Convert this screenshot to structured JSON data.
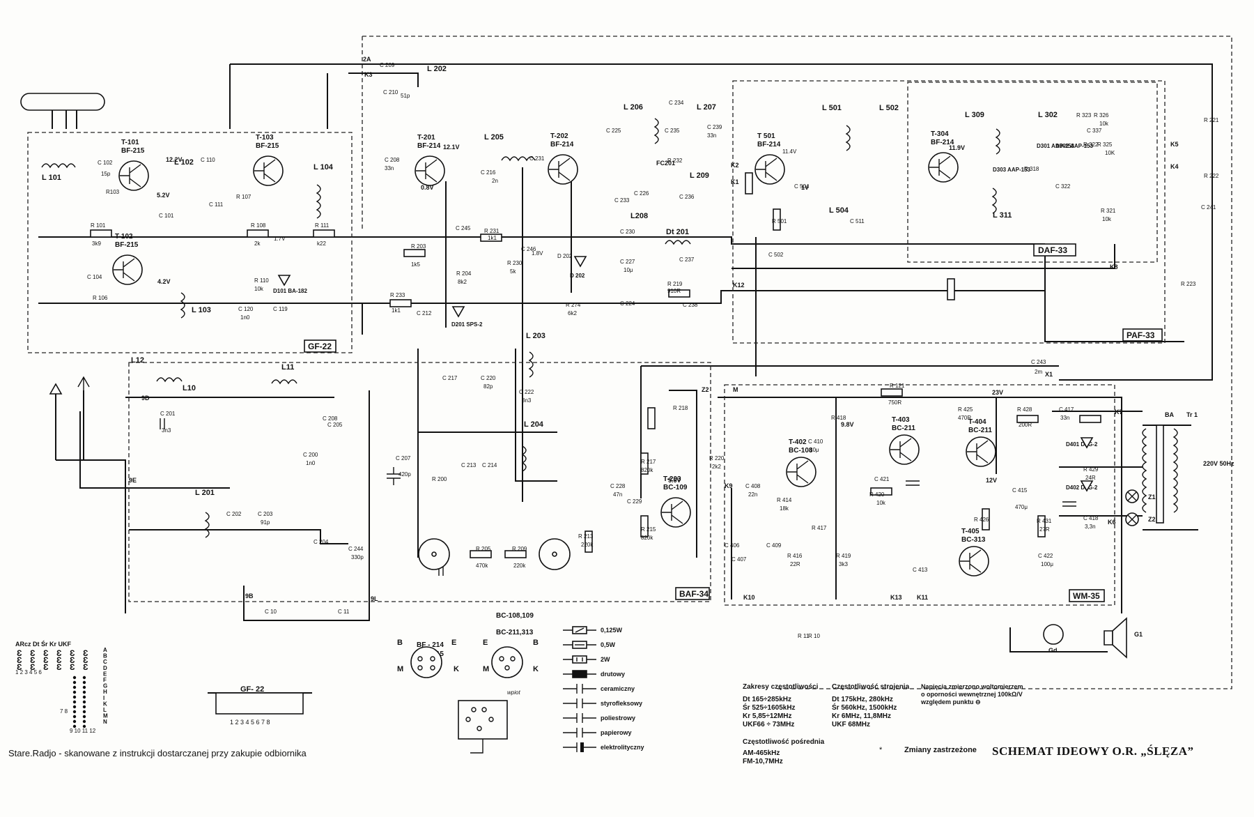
{
  "caption": "Stare.Radjo - skanowane z instrukcji dostarczanej przy zakupie odbiornika",
  "title": "SCHEMAT IDEOWY O.R. „ŚLĘZA”",
  "changes_note": "Zmiany zastrzeżone",
  "blocks": [
    {
      "id": "gf",
      "label": "GF-22"
    },
    {
      "id": "daf",
      "label": "DAF-33"
    },
    {
      "id": "paf",
      "label": "PAF-33"
    },
    {
      "id": "baf",
      "label": "BAF-34"
    },
    {
      "id": "wm",
      "label": "WM-35"
    }
  ],
  "transistors": [
    {
      "ref": "T-101",
      "type": "BF-215"
    },
    {
      "ref": "T-103",
      "type": "BF-215"
    },
    {
      "ref": "T-102",
      "type": "BF-215"
    },
    {
      "ref": "T-201",
      "type": "BF-214"
    },
    {
      "ref": "T-202",
      "type": "BF-214"
    },
    {
      "ref": "T 501",
      "type": "BF-214"
    },
    {
      "ref": "T-304",
      "type": "BF-214"
    },
    {
      "ref": "T-203",
      "type": "BC-109"
    },
    {
      "ref": "T-402",
      "type": "BC-108"
    },
    {
      "ref": "T-403",
      "type": "BC-211"
    },
    {
      "ref": "T-404",
      "type": "BC-211"
    },
    {
      "ref": "T-405",
      "type": "BC-313"
    }
  ],
  "coils": [
    "L 101",
    "L 102",
    "L 103",
    "L 104",
    "L 201",
    "L 202",
    "L 203",
    "L 204",
    "L 205",
    "L 206",
    "L 207",
    "L208",
    "L 209",
    "L 302",
    "L 309",
    "L 311",
    "L 501",
    "L 502",
    "L 504",
    "L12",
    "L10",
    "L11",
    "Dt 201"
  ],
  "diodes": [
    "D101 BA-182",
    "D201 SPS-2",
    "D 202",
    "D301 AAP-153",
    "D302 AAP-153",
    "D303 AAP-153",
    "D401 DZG-2",
    "D402 DZG-2"
  ],
  "misc_labels": [
    "FC201",
    "Tr 1",
    "BA",
    "Z1",
    "Z2",
    "G1",
    "Gd",
    "220V 50Hz",
    "12.2V",
    "5.2V",
    "4.2V",
    "12.1V",
    "11.9V",
    "23V",
    "12V",
    "0.8V",
    "1V",
    "5.6V",
    "9.8V"
  ],
  "connector_labels": [
    "2A",
    "K3",
    "K1",
    "K2",
    "K4",
    "K5",
    "K6",
    "K7",
    "K8",
    "K9",
    "K10",
    "K11",
    "K12",
    "K13",
    "9D",
    "9E",
    "9B",
    "9L",
    "Z2",
    "M",
    "X1"
  ],
  "pinout": {
    "bf_title": "BF-214\nBF-215",
    "bc_title": "BC-108,109\nBC-211,313",
    "pins_bf": [
      "B",
      "E",
      "M",
      "K"
    ],
    "pins_bc": [
      "E",
      "B",
      "M",
      "K"
    ]
  },
  "legend": [
    {
      "label": "0,125W"
    },
    {
      "label": "0,5W"
    },
    {
      "label": "2W"
    },
    {
      "label": "drutowy"
    },
    {
      "label": "ceramiczny"
    },
    {
      "label": "styrofleksowy"
    },
    {
      "label": "poliestrowy"
    },
    {
      "label": "papierowy"
    },
    {
      "label": "elektrolityczny"
    }
  ],
  "switch_bank": {
    "headers": [
      "ARcz",
      "Dt",
      "Śr",
      "Kr",
      "UKF"
    ],
    "numbers_top": "1 2 3 4 5 6",
    "numbers_mid": "7 8",
    "numbers_bottom": "9 10 11 12",
    "letters": [
      "A",
      "B",
      "C",
      "D",
      "E",
      "F",
      "G",
      "H",
      "I",
      "K",
      "L",
      "M",
      "N"
    ]
  },
  "gf22_connector": {
    "label": "GF- 22",
    "pins": "1 2 3  4 5 6 7 8"
  },
  "wtyczka_label": "wpiot",
  "ranges": {
    "title": "Zakresy częstotliwości",
    "lines": [
      "Dt  165÷285kHz",
      "Śr  525÷1605kHz",
      "Kr  5,85÷12MHz",
      "UKF66 ÷ 73MHz"
    ]
  },
  "tuning": {
    "title": "Częstotliwość strojenia",
    "lines": [
      "Dt  175kHz, 280kHz",
      "Śr  560kHz, 1500kHz",
      "Kr  6MHz, 11,8MHz",
      "UKF 68MHz"
    ]
  },
  "if_freq": {
    "title": "Częstotliwość pośrednia",
    "lines": [
      "AM-465kHz",
      "FM-10,7MHz"
    ]
  },
  "voltage_note": {
    "lines": [
      "Napięcia zmierzono woltomierzem",
      "o oporności wewnętrznej 100kΩ/V",
      "względem punktu ⊖"
    ]
  }
}
